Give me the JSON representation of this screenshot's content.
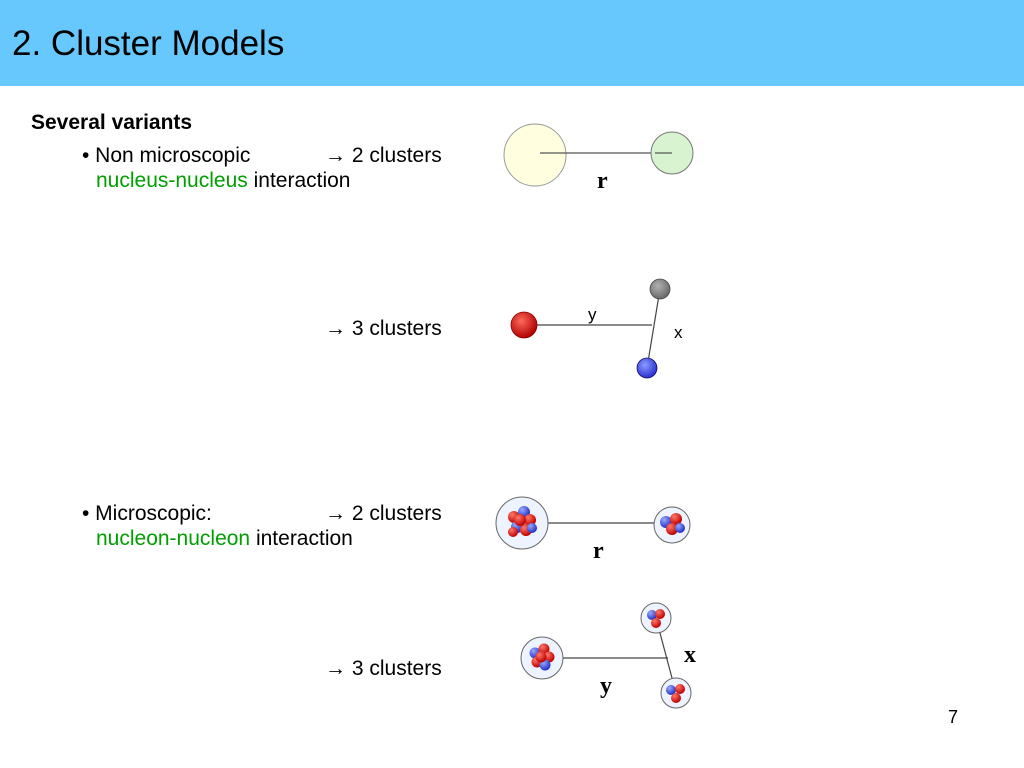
{
  "slide": {
    "title": "2. Cluster Models",
    "heading": "Several variants",
    "page_number": "7"
  },
  "non_microscopic": {
    "bullet_label": "• Non microscopic",
    "arrow_text": "→ 2 clusters",
    "interaction_highlight": "nucleus-nucleus",
    "interaction_rest": " interaction",
    "three_cluster_text": "→ 3 clusters"
  },
  "microscopic": {
    "bullet_label": "• Microscopic:",
    "arrow_text": "→ 2 clusters",
    "interaction_highlight": "nucleon-nucleon",
    "interaction_rest": " interaction",
    "three_cluster_text": "→ 3 clusters"
  },
  "diagrams": {
    "d1_label_r": "r",
    "d2_label_y": "y",
    "d2_label_x": "x",
    "d3_label_r": "r",
    "d4_label_x": "x",
    "d4_label_y": "y"
  },
  "colors": {
    "title_bar": "#66c8fc",
    "highlight_green": "#00a000",
    "proton_red": "#e01010",
    "neutron_blue": "#3b5fe0"
  }
}
